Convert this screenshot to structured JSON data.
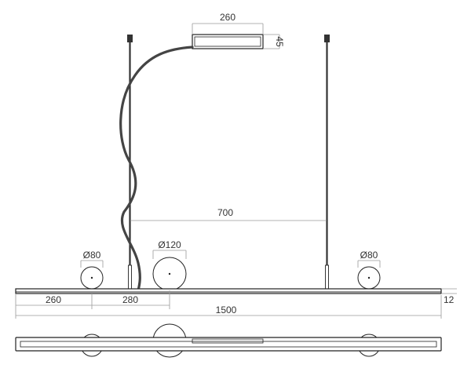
{
  "dimensions": {
    "driver_width": "260",
    "driver_height": "45",
    "wire_spacing": "700",
    "globe_left_diameter": "Ø80",
    "globe_center_diameter": "Ø120",
    "globe_right_diameter": "Ø80",
    "offset_left": "260",
    "offset_center": "280",
    "bar_thickness": "12",
    "total_length": "1500"
  }
}
